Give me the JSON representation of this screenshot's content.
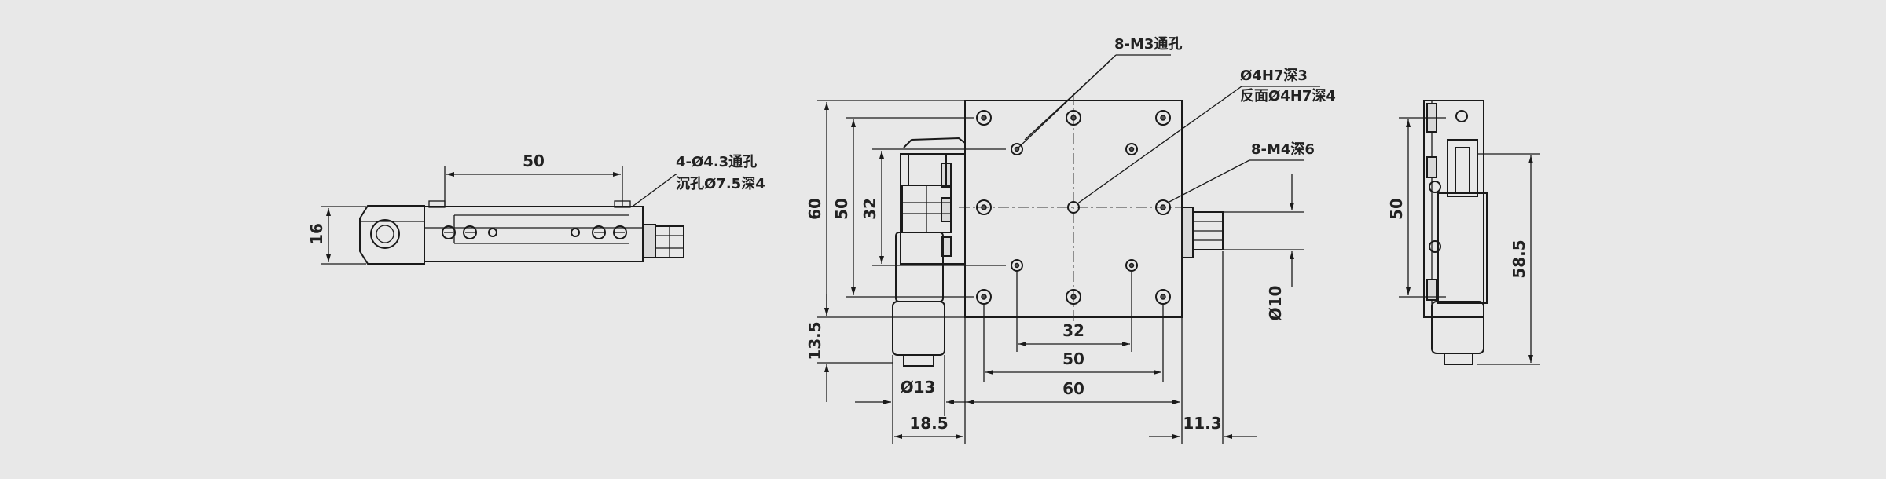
{
  "colors": {
    "background": "#e8e8e8",
    "line": "#1a1a1a",
    "knurl_fill": "#cfcfcf"
  },
  "front_view": {
    "dim_width": "50",
    "dim_height": "16",
    "note_holes_line1": "4-Ø4.3通孔",
    "note_holes_line2": "沉孔Ø7.5深4"
  },
  "top_view": {
    "note_m3": "8-M3通孔",
    "note_h7_line1": "Ø4H7深3",
    "note_h7_line2": "反面Ø4H7深4",
    "note_m4": "8-M4深6",
    "dim_60_vertical": "60",
    "dim_50_vertical": "50",
    "dim_32_vertical": "32",
    "dim_13_5": "13.5",
    "dim_32_horizontal": "32",
    "dim_50_horizontal": "50",
    "dim_60_horizontal": "60",
    "dim_dia13": "Ø13",
    "dim_18_5": "18.5",
    "dim_11_3": "11.3",
    "dim_dia10": "Ø10"
  },
  "side_view": {
    "dim_50": "50",
    "dim_58_5": "58.5"
  }
}
